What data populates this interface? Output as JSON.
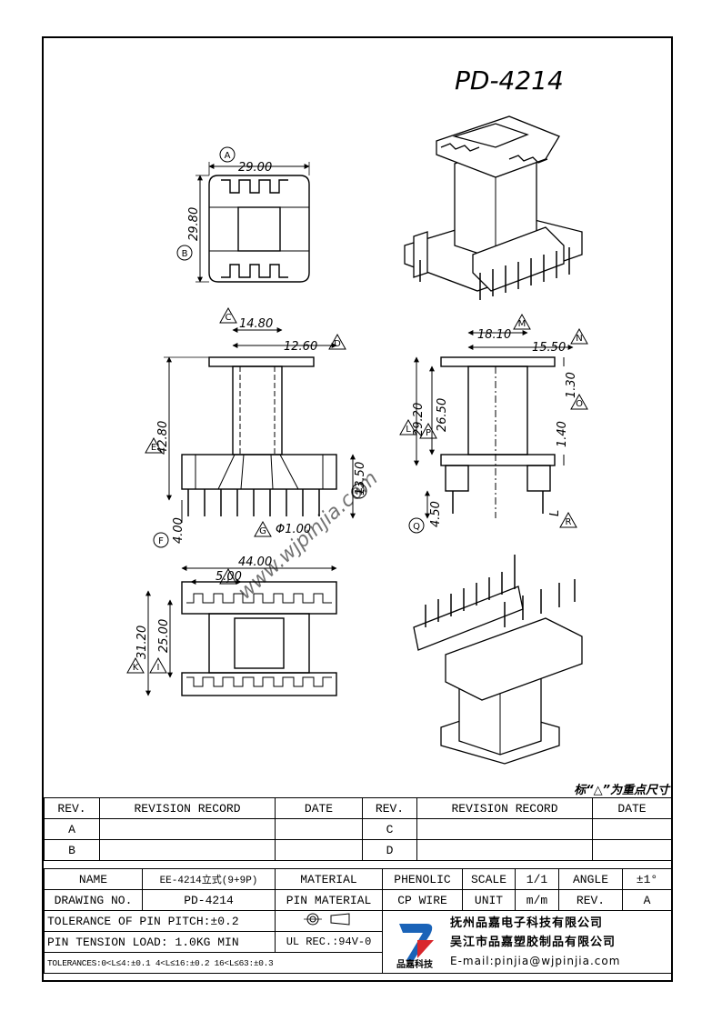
{
  "title": "PD-4214",
  "watermark": "www.wjpinjia.com",
  "dimensions": {
    "top_width": "29.00",
    "top_height": "29.80",
    "front_top": "14.80",
    "front_inner": "12.60",
    "front_height": "42.80",
    "front_pin": "13.50",
    "front_pin_len": "4.00",
    "pin_dia": "Φ1.00",
    "side_width": "18.10",
    "side_inner": "15.50",
    "side_h1": "29.20",
    "side_h2": "26.50",
    "side_t1": "1.30",
    "side_t2": "1.40",
    "side_pin": "4.50",
    "side_L": "L",
    "bot_width": "44.00",
    "bot_pitch": "5.00",
    "bot_h1": "31.20",
    "bot_h2": "25.00"
  },
  "markers": [
    "A",
    "B",
    "C",
    "D",
    "E",
    "F",
    "G",
    "H",
    "I",
    "J",
    "K",
    "L",
    "M",
    "N",
    "O",
    "P",
    "Q",
    "R"
  ],
  "note": "标“△”为重点尺寸",
  "revision": {
    "headers": [
      "REV.",
      "REVISION RECORD",
      "DATE",
      "REV.",
      "REVISION RECORD",
      "DATE"
    ],
    "rows": [
      [
        "A",
        "",
        "",
        "C",
        "",
        ""
      ],
      [
        "B",
        "",
        "",
        "D",
        "",
        ""
      ]
    ]
  },
  "titleblock": {
    "name_label": "NAME",
    "name_value": "EE-4214立式(9+9P)",
    "material_label": "MATERIAL",
    "material_value": "PHENOLIC",
    "scale_label": "SCALE",
    "scale_value": "1/1",
    "angle_label": "ANGLE",
    "angle_value": "±1°",
    "drawing_label": "DRAWING NO.",
    "drawing_value": "PD-4214",
    "pin_material_label": "PIN MATERIAL",
    "pin_material_value": "CP WIRE",
    "unit_label": "UNIT",
    "unit_value": "m/m",
    "rev_label": "REV.",
    "rev_value": "A",
    "tolerance_pitch": "TOLERANCE OF PIN PITCH:±0.2",
    "pin_tension": "PIN TENSION LOAD: 1.0KG  MIN",
    "ul_rec": "UL REC.:94V-0",
    "tolerances": "TOLERANCES:0<L≤4:±0.1 4<L≤16:±0.2 16<L≤63:±0.3",
    "company1": "抚州品嘉电子科技有限公司",
    "company2": "吴江市品嘉塑胶制品有限公司",
    "email": "E-mail:pinjia@wjpinjia.com",
    "logo_text": "品嘉科技"
  }
}
